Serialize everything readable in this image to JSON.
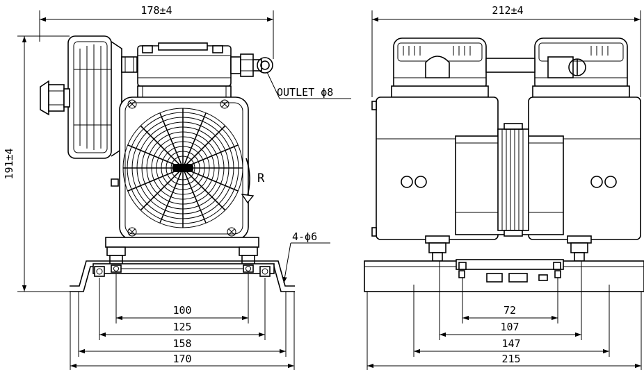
{
  "side_view": {
    "overall_width": "178±4",
    "overall_height": "191±4",
    "outlet_label": "OUTLET",
    "outlet_dia": "ϕ8",
    "rotation_label": "R",
    "holes_label": "4-ϕ6",
    "base_dims": [
      "100",
      "125",
      "158",
      "170"
    ]
  },
  "front_view": {
    "overall_width": "212±4",
    "base_dims": [
      "72",
      "107",
      "147",
      "215"
    ]
  },
  "colors": {
    "line": "#000000",
    "background": "#ffffff"
  }
}
